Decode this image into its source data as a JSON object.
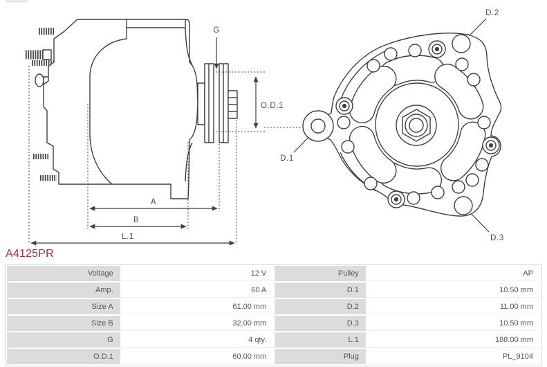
{
  "part_number": "A4125PR",
  "colors": {
    "accent_red": "#a5323c",
    "drawing_line": "#3f3f3f",
    "table_label_bg": "#dcdcdc",
    "table_border": "#d8d8d8",
    "text": "#555555"
  },
  "diagram": {
    "views": [
      "side-view-with-dimensions",
      "front-view-with-hole-callouts"
    ],
    "labels": {
      "g": "G",
      "od1": "O.D.1",
      "a": "A",
      "b": "B",
      "l1": "L.1",
      "d1": "D.1",
      "d2": "D.2",
      "d3": "D.3"
    }
  },
  "table": {
    "rows": [
      [
        "Voltage",
        "12 V",
        "Pulley",
        "AP"
      ],
      [
        "Amp.",
        "60 A",
        "D.1",
        "10.50 mm"
      ],
      [
        "Size A",
        "61.00 mm",
        "D.2",
        "11.00 mm"
      ],
      [
        "Size B",
        "32.00 mm",
        "D.3",
        "10.50 mm"
      ],
      [
        "G",
        "4 qty.",
        "L.1",
        "188.00 mm"
      ],
      [
        "O.D.1",
        "60.00 mm",
        "Plug",
        "PL_9104"
      ]
    ]
  }
}
